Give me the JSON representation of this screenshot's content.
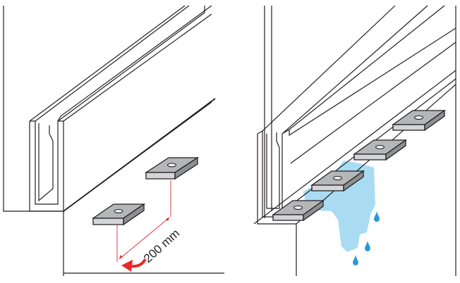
{
  "diagram": {
    "left_panel": {
      "dimension_label": "200 mm",
      "pad_count": 2
    },
    "right_panel": {
      "pad_count": 4,
      "shows_water_leak": true
    },
    "colors": {
      "line": "#231f20",
      "pad_top": "#b5b6b8",
      "pad_front": "#d4d5d6",
      "dimension": "#e8282b",
      "water": "#a9dcf3",
      "drop": "#2a9ad7"
    }
  }
}
